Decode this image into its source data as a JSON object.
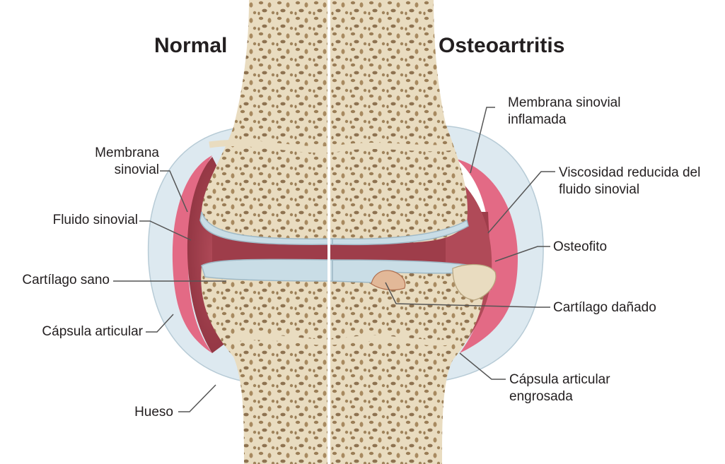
{
  "titles": {
    "left": "Normal",
    "right": "Osteoartritis"
  },
  "labels": {
    "membrana_sinovial": [
      "Membrana",
      "sinovial"
    ],
    "fluido_sinovial": "Fluido sinovial",
    "cartilago_sano": "Cartílago sano",
    "capsula_articular": "Cápsula articular",
    "hueso": "Hueso",
    "membrana_inflamada": [
      "Membrana sinovial",
      "inflamada"
    ],
    "viscosidad": [
      "Viscosidad reducida del",
      "fluido sinovial"
    ],
    "osteofito": "Osteofito",
    "cartilago_danado": "Cartílago dañado",
    "capsula_engrosada": [
      "Cápsula articular",
      "engrosada"
    ]
  },
  "colors": {
    "bone": "#e9dcc0",
    "bone_spots": "#9a7d56",
    "cartilage": "#c9dde6",
    "capsule": "#dde9f0",
    "synovial_membrane": "#e36a85",
    "synovial_fluid": "#a8424f",
    "divider": "#ffffff",
    "leader_line": "#555555"
  }
}
